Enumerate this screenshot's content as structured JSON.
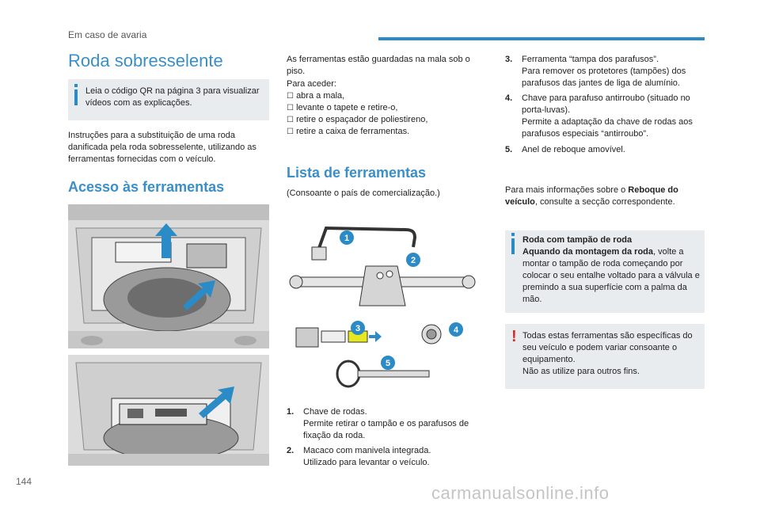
{
  "header": {
    "section": "Em caso de avaria",
    "accent_color": "#2a8bc7"
  },
  "title": "Roda sobresselente",
  "qr_note": "Leia o código QR na página 3 para visualizar vídeos com as explicações.",
  "intro": "Instruções para a substituição de uma roda danificada pela roda sobresselente, utilizando as ferramentas fornecidas com o veículo.",
  "access": {
    "heading": "Acesso às ferramentas",
    "text_lead": "As ferramentas estão guardadas na mala sob o piso.",
    "text_access": "Para aceder:",
    "steps": [
      "abra a mala,",
      "levante o tapete e retire-o,",
      "retire o espaçador de poliestireno,",
      "retire a caixa de ferramentas."
    ],
    "bullet_icon": "checkbox-icon"
  },
  "tools": {
    "heading": "Lista de ferramentas",
    "subtitle": "(Consoante o país de comercialização.)",
    "callouts": [
      "1",
      "2",
      "3",
      "4",
      "5"
    ],
    "items": [
      {
        "num": "1.",
        "text": "Chave de rodas.\nPermite retirar o tampão e os parafusos de fixação da roda."
      },
      {
        "num": "2.",
        "text": "Macaco com manivela integrada.\nUtilizado para levantar o veículo."
      },
      {
        "num": "3.",
        "text": "Ferramenta “tampa dos parafusos”.\nPara remover os protetores (tampões) dos parafusos das jantes de liga de alumínio."
      },
      {
        "num": "4.",
        "text": "Chave para parafuso antirroubo (situado no porta-luvas).\nPermite a adaptação da chave de rodas aos parafusos especiais “antirroubo”."
      },
      {
        "num": "5.",
        "text": "Anel de reboque amovível."
      }
    ]
  },
  "more_info": {
    "prefix": "Para mais informações sobre o",
    "link": "Reboque do veículo",
    "suffix": ", consulte a secção correspondente."
  },
  "hub_note": {
    "title": "Roda com tampão de roda",
    "subtitle": "Aquando da montagem da roda",
    "text": ", volte a montar o tampão de roda começando por colocar o seu entalhe voltado para a válvula e premindo a sua superfície com a palma da mão."
  },
  "warning": {
    "line1": "Todas estas ferramentas são específicas do seu veículo e podem variar consoante o equipamento.",
    "line2": "Não as utilize para outros fins."
  },
  "page_number": "144",
  "watermark": "carmanualsonline.info"
}
